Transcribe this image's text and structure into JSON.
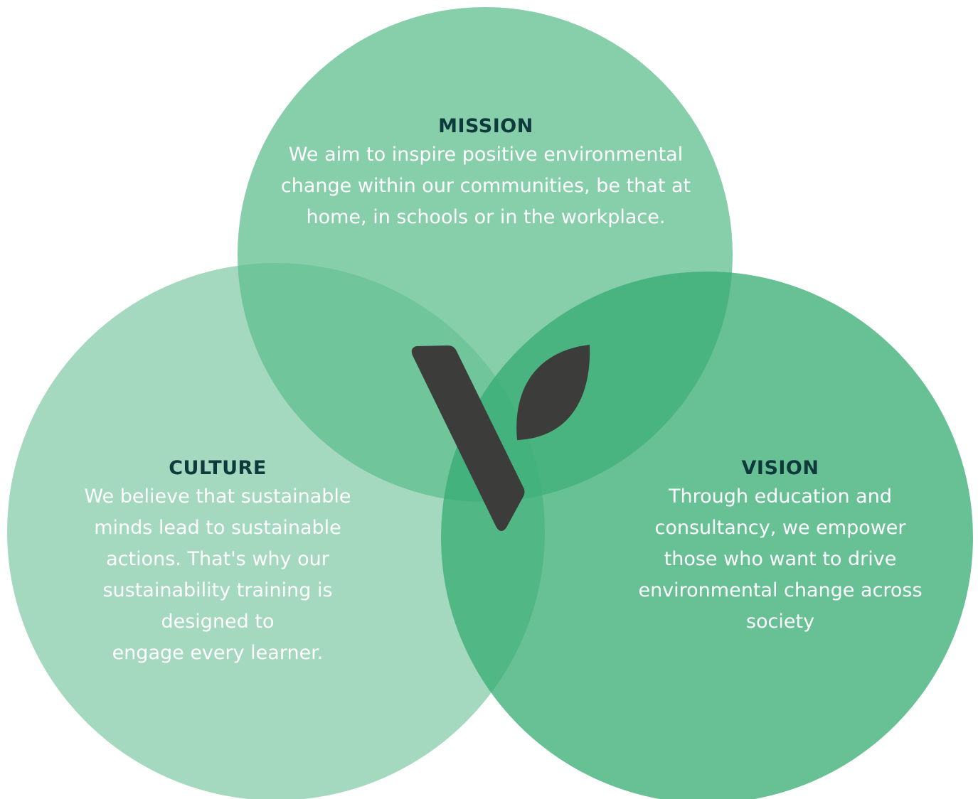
{
  "colors": {
    "mission_circle": "#5fbd8f",
    "culture_circle": "#7dc9a4",
    "vision_circle": "#35ab72",
    "heading_text": "#0f3a3b",
    "body_text": "#ffffff",
    "logo": "#3c3c3b"
  },
  "logo": {
    "icon": "leaf-v-logo-icon"
  },
  "mission": {
    "heading": "MISSION",
    "lines": [
      "We aim to inspire positive environmental",
      "change within our communities, be that at",
      "home, in schools or in the workplace."
    ]
  },
  "culture": {
    "heading": "CULTURE",
    "lines": [
      "We believe that sustainable",
      "minds lead to sustainable",
      "actions. That's why our",
      "sustainability training is",
      "designed to",
      "engage every learner."
    ]
  },
  "vision": {
    "heading": "VISION",
    "lines": [
      "Through education and",
      "consultancy, we empower",
      "those who want to drive",
      "environmental change across",
      "society"
    ]
  }
}
